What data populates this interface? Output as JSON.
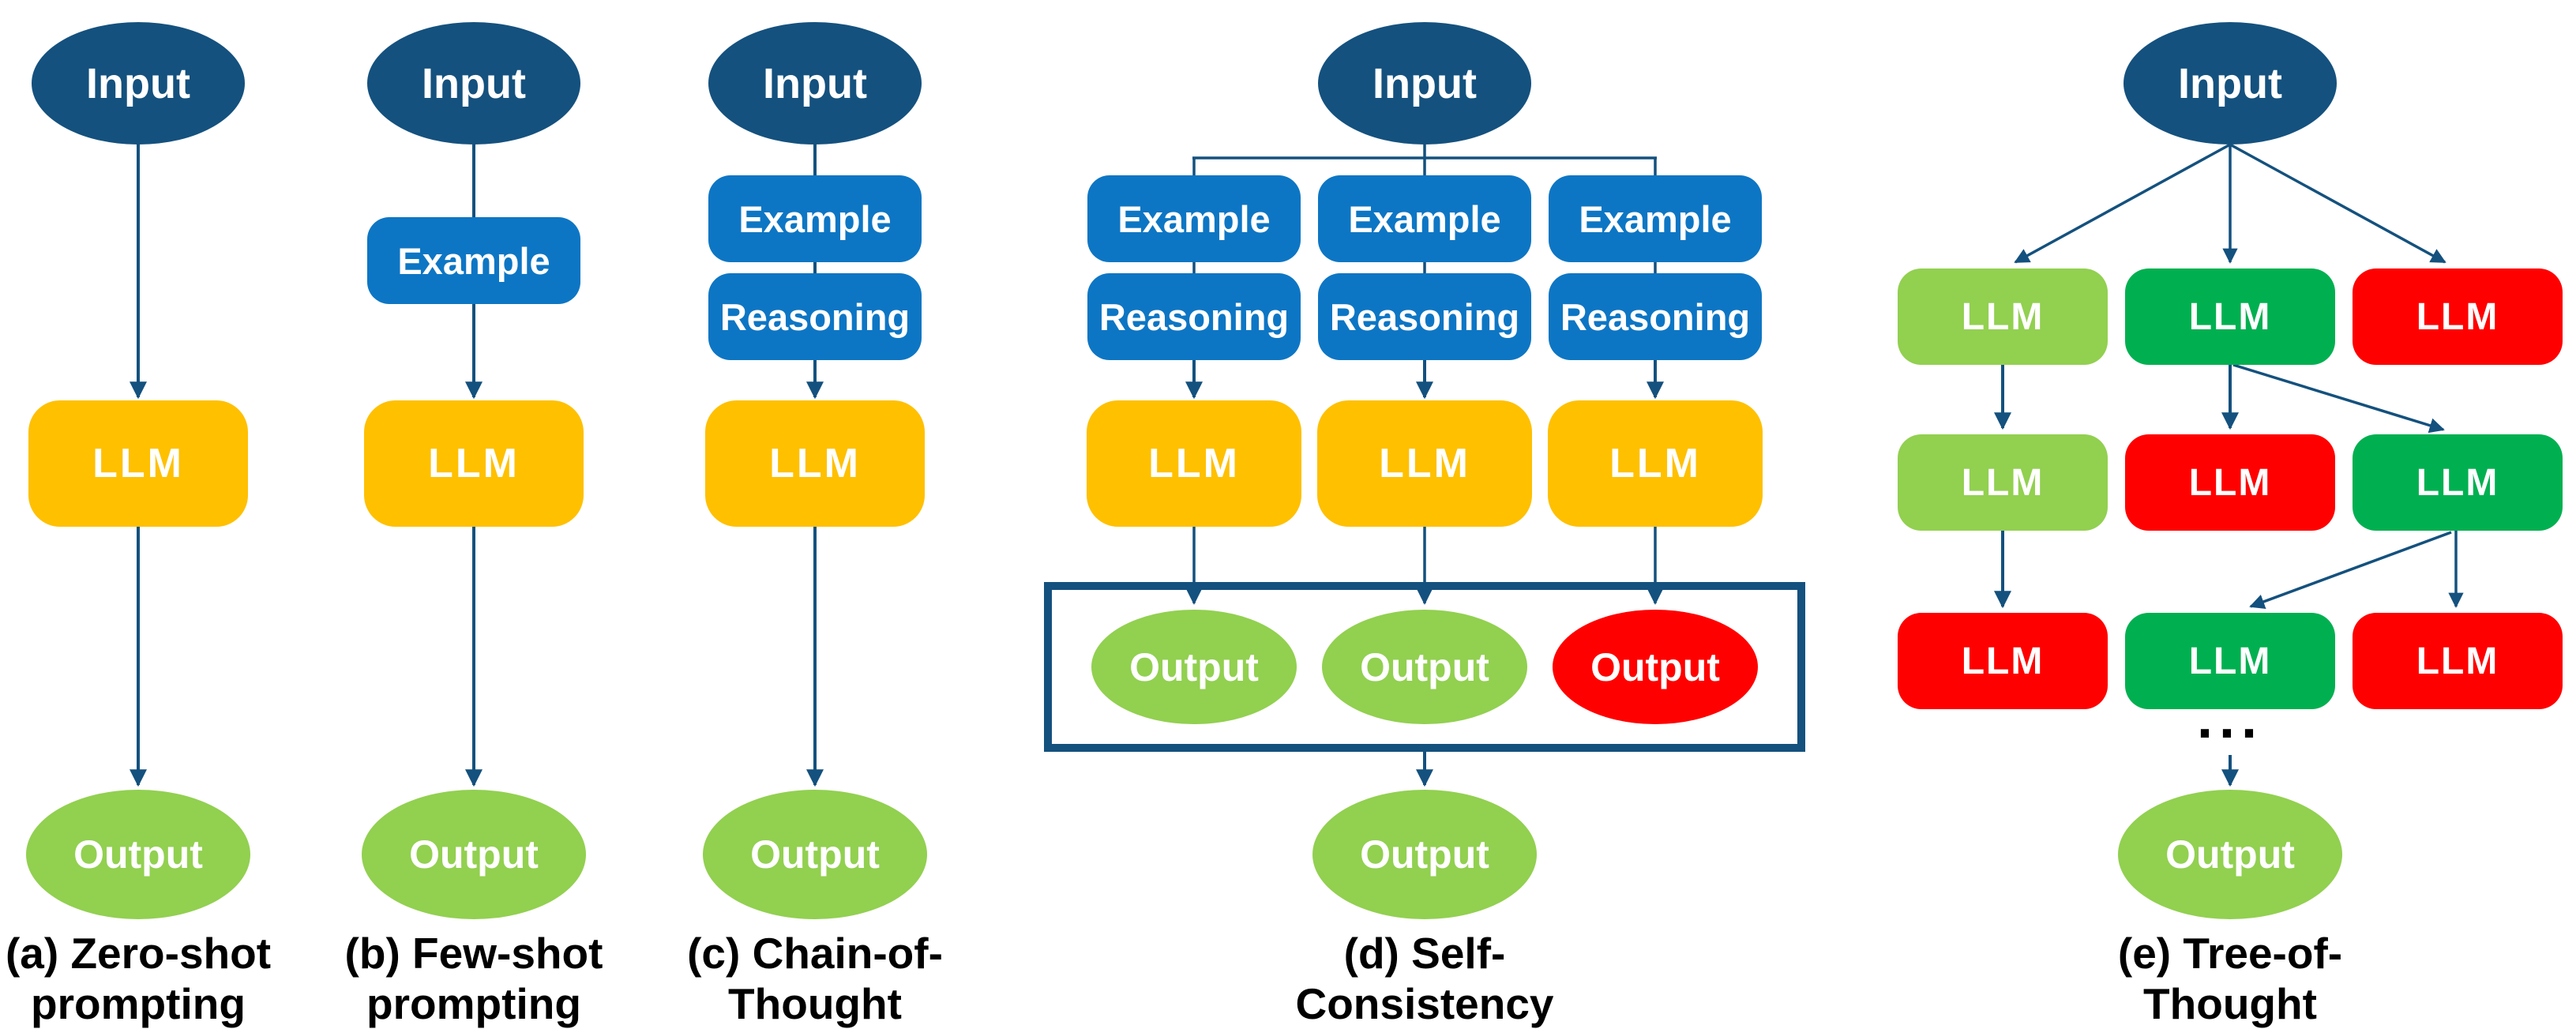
{
  "colors": {
    "navy": "#14517E",
    "blue": "#0D76C4",
    "yellow": "#FFC000",
    "light_green": "#92D050",
    "green": "#00B050",
    "red": "#FF0000",
    "caption": "#000000",
    "background": "#FFFFFF",
    "node_text": "#FFFFFF"
  },
  "labels": {
    "input": "Input",
    "example": "Example",
    "reasoning": "Reasoning",
    "llm": "LLM",
    "output": "Output",
    "ellipsis": "..."
  },
  "panels": [
    {
      "id": "a",
      "caption_line1": "(a) Zero-shot",
      "caption_line2": "prompting"
    },
    {
      "id": "b",
      "caption_line1": "(b) Few-shot",
      "caption_line2": "prompting"
    },
    {
      "id": "c",
      "caption_line1": "(c) Chain-of-",
      "caption_line2": "Thought"
    },
    {
      "id": "d",
      "caption_line1": "(d) Self-",
      "caption_line2": "Consistency"
    },
    {
      "id": "e",
      "caption_line1": "(e) Tree-of-",
      "caption_line2": "Thought"
    }
  ]
}
